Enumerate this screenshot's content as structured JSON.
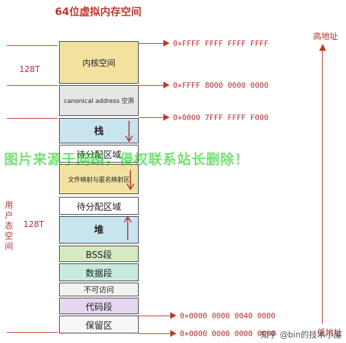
{
  "title": "64位虚拟内存空间",
  "labels": {
    "kernel_size": "128T",
    "user_size": "128T",
    "user_space_vertical": [
      "用",
      "户",
      "态",
      "空",
      "间"
    ],
    "high_addr": "高地址",
    "low_addr": "低地址"
  },
  "segments": [
    {
      "name": "内核空间",
      "color": "#f2e2a0"
    },
    {
      "name": "canonical address 空洞",
      "color": "#e6e6e6"
    },
    {
      "name": "栈",
      "color": "#c8e4ef"
    },
    {
      "name": "待分配区域",
      "color": "#ffffff"
    },
    {
      "name": "文件映射与匿名映射区",
      "color": "#f2e2a0"
    },
    {
      "name": "待分配区域",
      "color": "#ffffff"
    },
    {
      "name": "堆",
      "color": "#c8e4ef"
    },
    {
      "name": "BSS段",
      "color": "#d4eac0"
    },
    {
      "name": "数据段",
      "color": "#c8ecdc"
    },
    {
      "name": "不可访问",
      "color": "#f2f2f2"
    },
    {
      "name": "代码段",
      "color": "#e6d6f0"
    },
    {
      "name": "保留区",
      "color": "#f7f7f7"
    }
  ],
  "addresses": [
    "0×FFFF FFFF FFFF FFFF",
    "0×FFFF 8000 0000 0000",
    "0×0000 7FFF FFFF F000",
    "0×0000 0000 0040 0000",
    "0×0000 0000 0000 0000"
  ],
  "watermark": "图片来源于网络，侵权联系站长删除！",
  "footer_mark": "知乎 @bin的技术小屋"
}
